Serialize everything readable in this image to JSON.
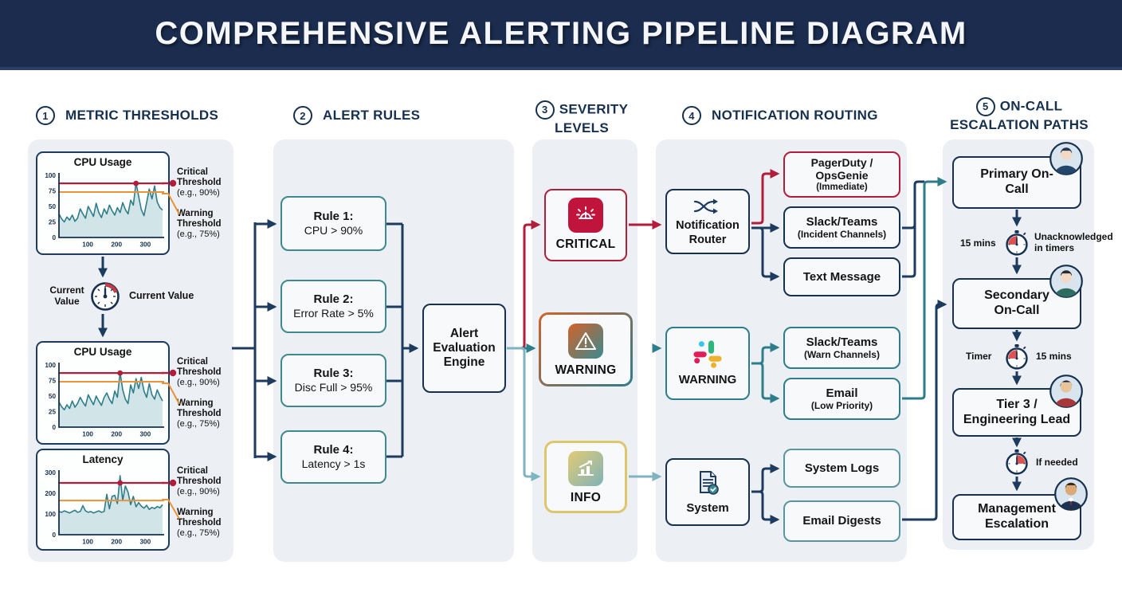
{
  "title": "COMPREHENSIVE ALERTING PIPELINE DIAGRAM",
  "colors": {
    "banner_navy": "#1B2C4E",
    "navy": "#16304F",
    "critical_red": "#B01E3C",
    "warning_orange": "#E8923A",
    "teal": "#2E7D8A",
    "light_teal": "#7FB3BF",
    "info_yellow": "#DDC66C",
    "panel_gray": "#ECF0F4"
  },
  "sections": [
    {
      "num": "1",
      "label": "METRIC THRESHOLDS"
    },
    {
      "num": "2",
      "label": "ALERT RULES"
    },
    {
      "num": "3",
      "label": "SEVERITY LEVELS"
    },
    {
      "num": "4",
      "label": "NOTIFICATION ROUTING"
    },
    {
      "num": "5",
      "label": "ON-CALL ESCALATION PATHS"
    }
  ],
  "metric_thresholds": {
    "threshold_labels": {
      "critical_name": "Critical Threshold",
      "critical_value": "(e.g., 90%)",
      "warning_name": "Warning Threshold",
      "warning_value": "(e.g., 75%)"
    },
    "gauge_left_label": "Current Value",
    "gauge_right_label": "Current Value"
  },
  "chart_data": [
    {
      "type": "line",
      "title": "CPU Usage",
      "ylim": [
        0,
        100
      ],
      "yticks": [
        0,
        25,
        50,
        75,
        100
      ],
      "xticks": [
        100,
        200,
        300
      ],
      "xmax": 360,
      "critical_threshold": 87,
      "warning_threshold": 73,
      "peak_index": 29,
      "grid": false,
      "series_color": "#2E7D8A",
      "values": [
        38,
        30,
        25,
        33,
        28,
        36,
        26,
        31,
        46,
        38,
        31,
        50,
        42,
        34,
        55,
        40,
        32,
        46,
        38,
        52,
        43,
        36,
        48,
        40,
        56,
        45,
        38,
        60,
        52,
        88,
        66,
        45,
        35,
        56,
        78,
        62,
        83,
        57,
        48,
        44
      ]
    },
    {
      "type": "line",
      "title": "CPU Usage",
      "ylim": [
        0,
        100
      ],
      "yticks": [
        0,
        25,
        50,
        75,
        100
      ],
      "xticks": [
        100,
        200,
        300
      ],
      "xmax": 360,
      "critical_threshold": 87,
      "warning_threshold": 73,
      "peak_index": 23,
      "grid": false,
      "series_color": "#2E7D8A",
      "values": [
        40,
        33,
        28,
        36,
        30,
        42,
        32,
        38,
        48,
        40,
        34,
        52,
        44,
        36,
        50,
        42,
        35,
        48,
        55,
        45,
        38,
        58,
        48,
        88,
        60,
        45,
        38,
        68,
        55,
        78,
        62,
        80,
        58,
        48,
        70,
        52,
        45,
        60,
        50,
        42
      ]
    },
    {
      "type": "line",
      "title": "Latency",
      "ylim": [
        0,
        300
      ],
      "yticks": [
        0,
        100,
        200,
        300
      ],
      "xticks": [
        100,
        200,
        300
      ],
      "xmax": 360,
      "critical_threshold": 250,
      "warning_threshold": 165,
      "peak_index": 23,
      "grid": false,
      "series_color": "#2E7D8A",
      "values": [
        112,
        108,
        115,
        110,
        105,
        112,
        118,
        108,
        112,
        140,
        115,
        108,
        112,
        105,
        110,
        115,
        108,
        112,
        195,
        125,
        185,
        190,
        150,
        285,
        165,
        235,
        205,
        145,
        185,
        135,
        155,
        138,
        128,
        142,
        122,
        132,
        126,
        136,
        130,
        145
      ]
    }
  ],
  "alert_rules": {
    "rules": [
      {
        "title": "Rule 1:",
        "condition": "CPU > 90%"
      },
      {
        "title": "Rule 2:",
        "condition": "Error Rate > 5%"
      },
      {
        "title": "Rule 3:",
        "condition": "Disc Full > 95%"
      },
      {
        "title": "Rule 4:",
        "condition": "Latency > 1s"
      }
    ],
    "engine_label": "Alert Evaluation Engine"
  },
  "severity_levels": [
    {
      "label": "CRITICAL"
    },
    {
      "label": "WARNING"
    },
    {
      "label": "INFO"
    }
  ],
  "notification_routing": {
    "router_label": "Notification Router",
    "critical_targets": [
      {
        "main": "PagerDuty / OpsGenie",
        "sub": "(Immediate)"
      },
      {
        "main": "Slack/Teams",
        "sub": "(Incident Channels)"
      },
      {
        "main": "Text Message",
        "sub": ""
      }
    ],
    "warning_hub_label": "WARNING",
    "warning_targets": [
      {
        "main": "Slack/Teams",
        "sub": "(Warn Channels)"
      },
      {
        "main": "Email",
        "sub": "(Low Priority)"
      }
    ],
    "system_hub_label": "System",
    "system_targets": [
      {
        "main": "System Logs",
        "sub": ""
      },
      {
        "main": "Email Digests",
        "sub": ""
      }
    ]
  },
  "escalation": {
    "levels": [
      {
        "label": "Primary On-Call"
      },
      {
        "label": "Secondary On-Call"
      },
      {
        "label": "Tier 3 / Engineering Lead"
      },
      {
        "label": "Management Escalation"
      }
    ],
    "timers": [
      {
        "left": "15 mins",
        "right": "Unacknowledged in timers"
      },
      {
        "left": "Timer",
        "right": "15 mins"
      },
      {
        "left": "",
        "right": "If needed"
      }
    ]
  }
}
